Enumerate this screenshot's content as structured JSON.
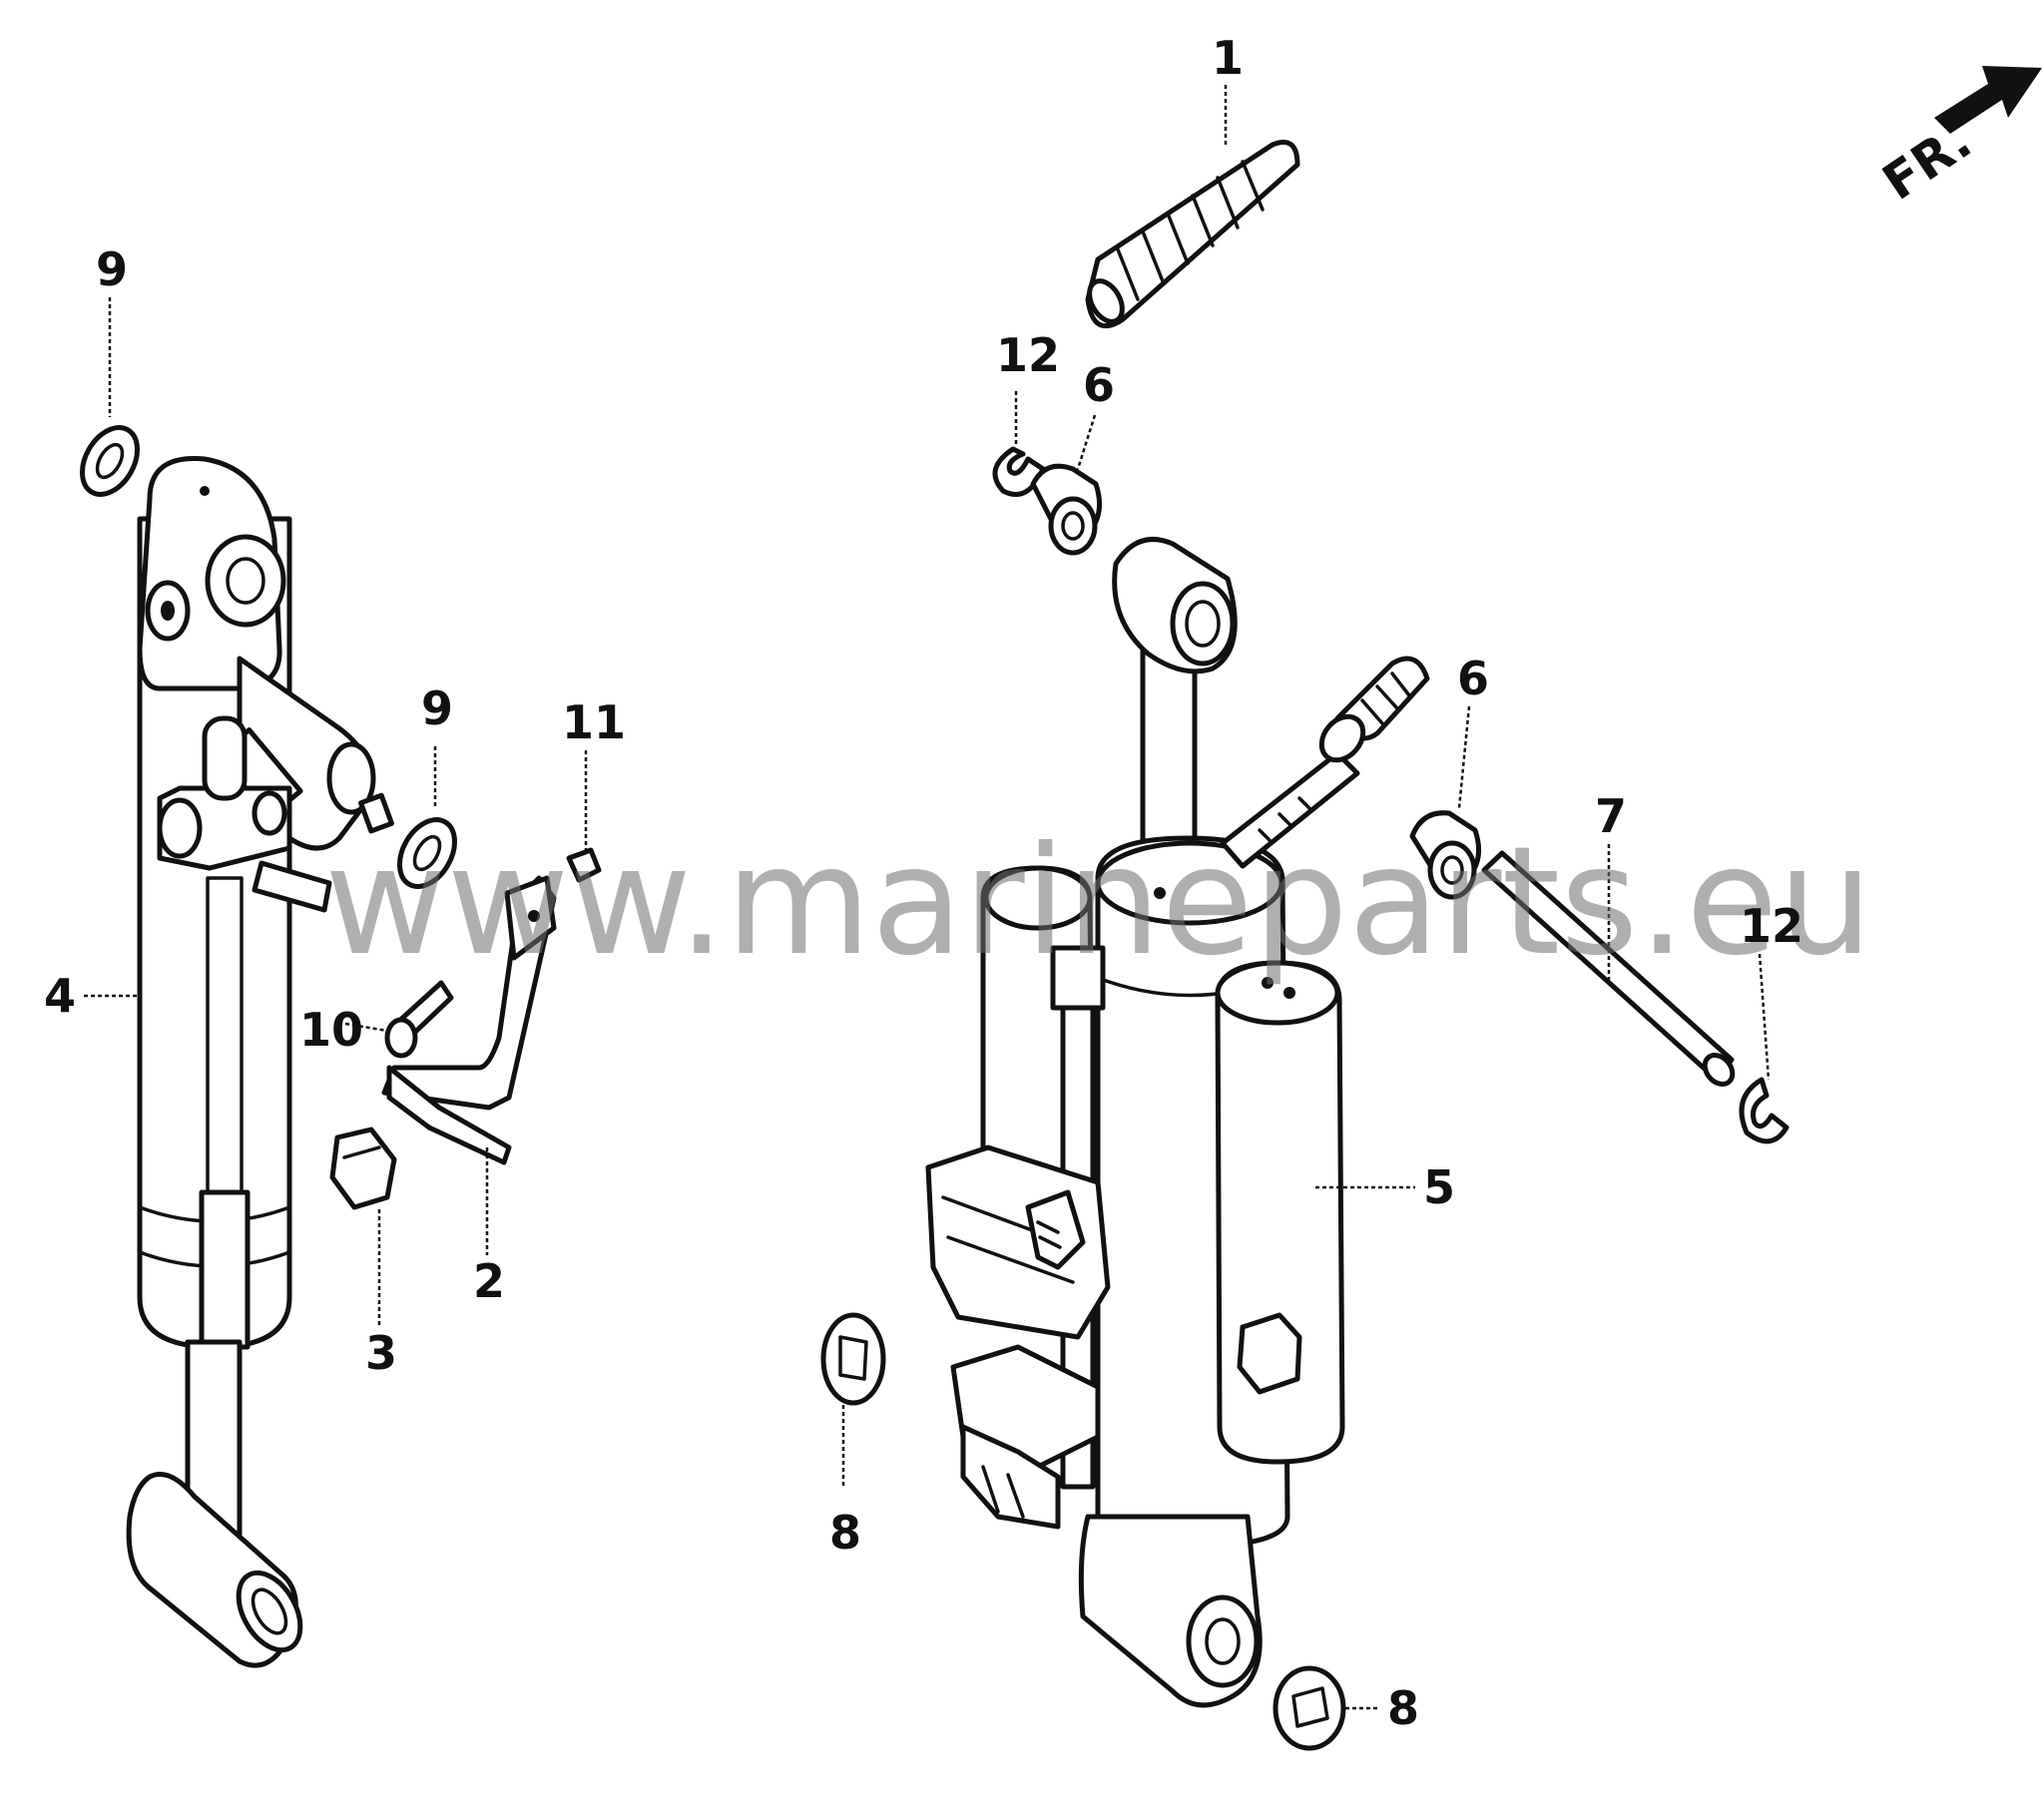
{
  "watermark": "www.marineparts.eu",
  "direction_indicator": "FR.",
  "callouts": {
    "c1": "1",
    "c2": "2",
    "c3": "3",
    "c4": "4",
    "c5": "5",
    "c6a": "6",
    "c6b": "6",
    "c7": "7",
    "c8a": "8",
    "c8b": "8",
    "c9a": "9",
    "c9b": "9",
    "c10": "10",
    "c11": "11",
    "c12a": "12",
    "c12b": "12"
  },
  "colors": {
    "line": "#111111",
    "background": "#ffffff",
    "watermark": "#6f6f6f"
  }
}
